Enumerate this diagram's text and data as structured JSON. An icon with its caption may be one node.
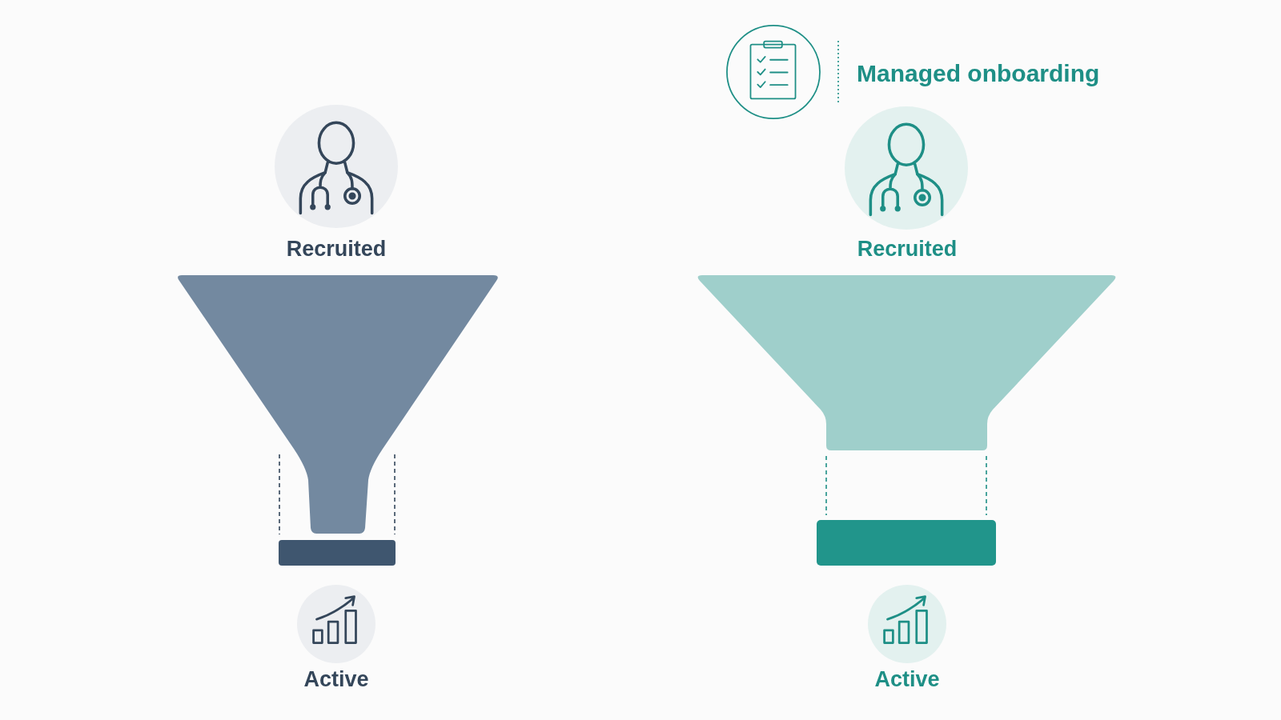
{
  "diagram": {
    "labels": [
      "Managed onboarding",
      "Recruited",
      "Recruited",
      "Active",
      "Active"
    ]
  }
}
